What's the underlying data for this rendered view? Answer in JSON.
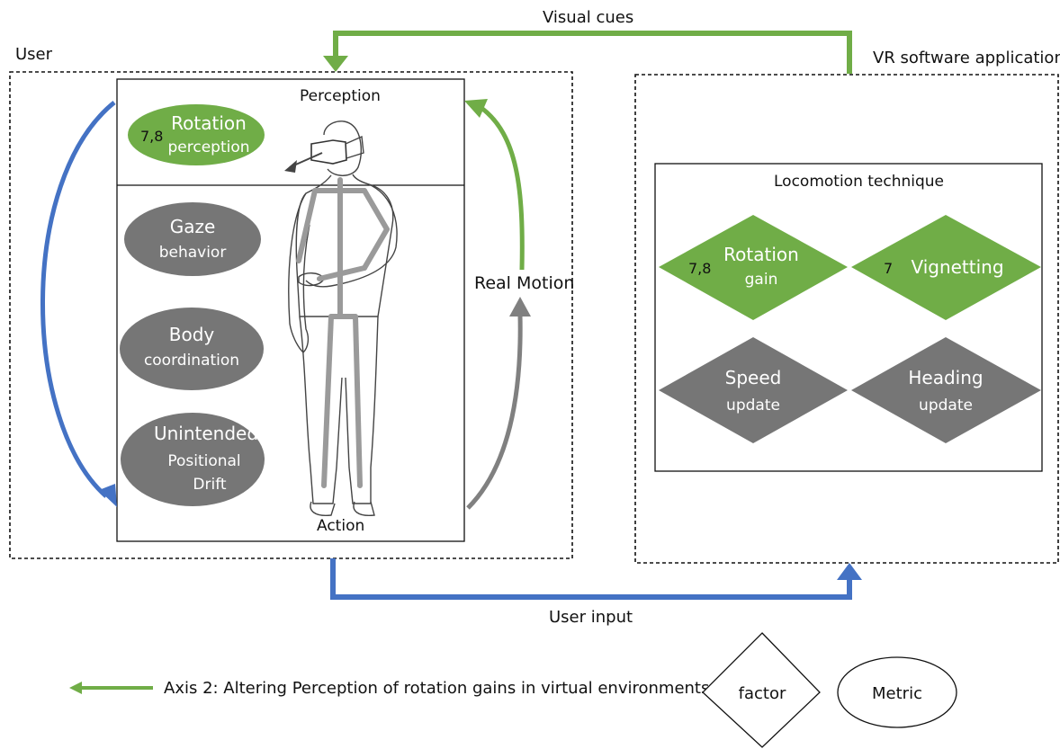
{
  "colors": {
    "green": "#70ad47",
    "gray": "#767676",
    "blue": "#4472c4",
    "dark_gray_arrow": "#808080"
  },
  "labels": {
    "user": "User",
    "vr_app": "VR software application",
    "visual_cues": "Visual cues",
    "user_input": "User input",
    "perception": "Perception",
    "action": "Action",
    "real_motion": "Real Motion",
    "locomotion_technique": "Locomotion technique"
  },
  "metrics": {
    "rotation_perception": {
      "num": "7,8",
      "line1": "Rotation",
      "line2": "perception"
    },
    "gaze_behavior": {
      "line1": "Gaze",
      "line2": "behavior"
    },
    "body_coordination": {
      "line1": "Body",
      "line2": "coordination"
    },
    "unintended_drift": {
      "line1": "Unintended",
      "line2": "Positional",
      "line3": "Drift"
    }
  },
  "factors": {
    "rotation_gain": {
      "num": "7,8",
      "line1": "Rotation",
      "line2": "gain"
    },
    "vignetting": {
      "num": "7",
      "line1": "Vignetting"
    },
    "speed_update": {
      "line1": "Speed",
      "line2": "update"
    },
    "heading_update": {
      "line1": "Heading",
      "line2": "update"
    }
  },
  "legend": {
    "axis2": "Axis 2: Altering Perception of rotation gains in virtual environments",
    "factor": "factor",
    "metric": "Metric"
  }
}
